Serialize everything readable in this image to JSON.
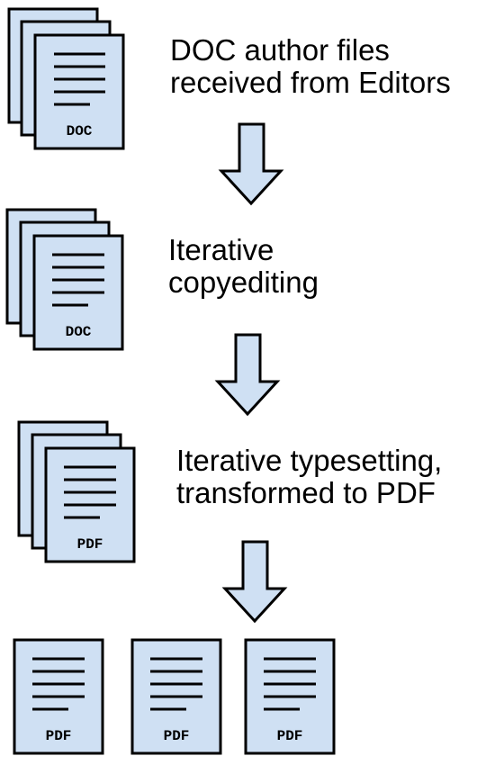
{
  "colors": {
    "page_fill": "#cfe0f3",
    "outline": "#000000",
    "arrow_fill": "#cfe0f3"
  },
  "steps": [
    {
      "label_line1": "DOC author files",
      "label_line2": "received from Editors",
      "file_tag": "DOC"
    },
    {
      "label_line1": "Iterative",
      "label_line2": "copyediting",
      "file_tag": "DOC"
    },
    {
      "label_line1": "Iterative typesetting,",
      "label_line2": "transformed to PDF",
      "file_tag": "PDF"
    }
  ],
  "final_outputs": [
    {
      "file_tag": "PDF"
    },
    {
      "file_tag": "PDF"
    },
    {
      "file_tag": "PDF"
    }
  ],
  "icons": {
    "stack": "document-stack-icon",
    "single": "document-icon",
    "arrow": "down-arrow-icon"
  }
}
